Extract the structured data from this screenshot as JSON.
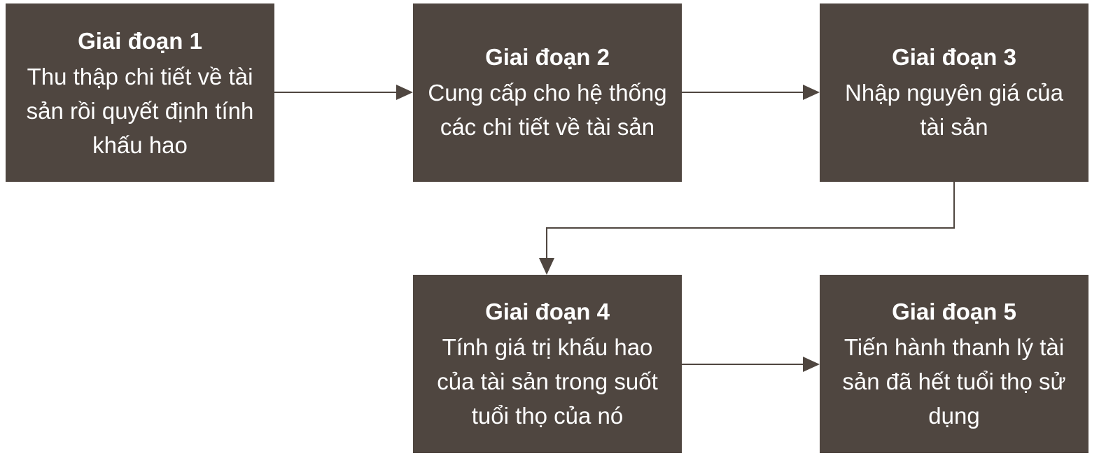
{
  "stages": [
    {
      "title": "Giai đoạn 1",
      "lines": [
        "Thu thập chi tiết về tài",
        "sản rồi quyết định tính",
        "khấu hao"
      ]
    },
    {
      "title": "Giai đoạn 2",
      "lines": [
        "Cung cấp cho hệ thống",
        "các chi tiết về tài sản"
      ]
    },
    {
      "title": "Giai đoạn 3",
      "lines": [
        "Nhập nguyên giá của",
        "tài sản"
      ]
    },
    {
      "title": "Giai đoạn 4",
      "lines": [
        "Tính giá trị khấu hao",
        "của tài sản trong suốt",
        "tuổi thọ của nó"
      ]
    },
    {
      "title": "Giai đoạn 5",
      "lines": [
        "Tiến hành thanh lý tài",
        "sản đã hết tuổi thọ sử",
        "dụng"
      ]
    }
  ],
  "colors": {
    "box_fill": "#4f4640",
    "box_text": "#ffffff",
    "connector": "#4f4640"
  }
}
